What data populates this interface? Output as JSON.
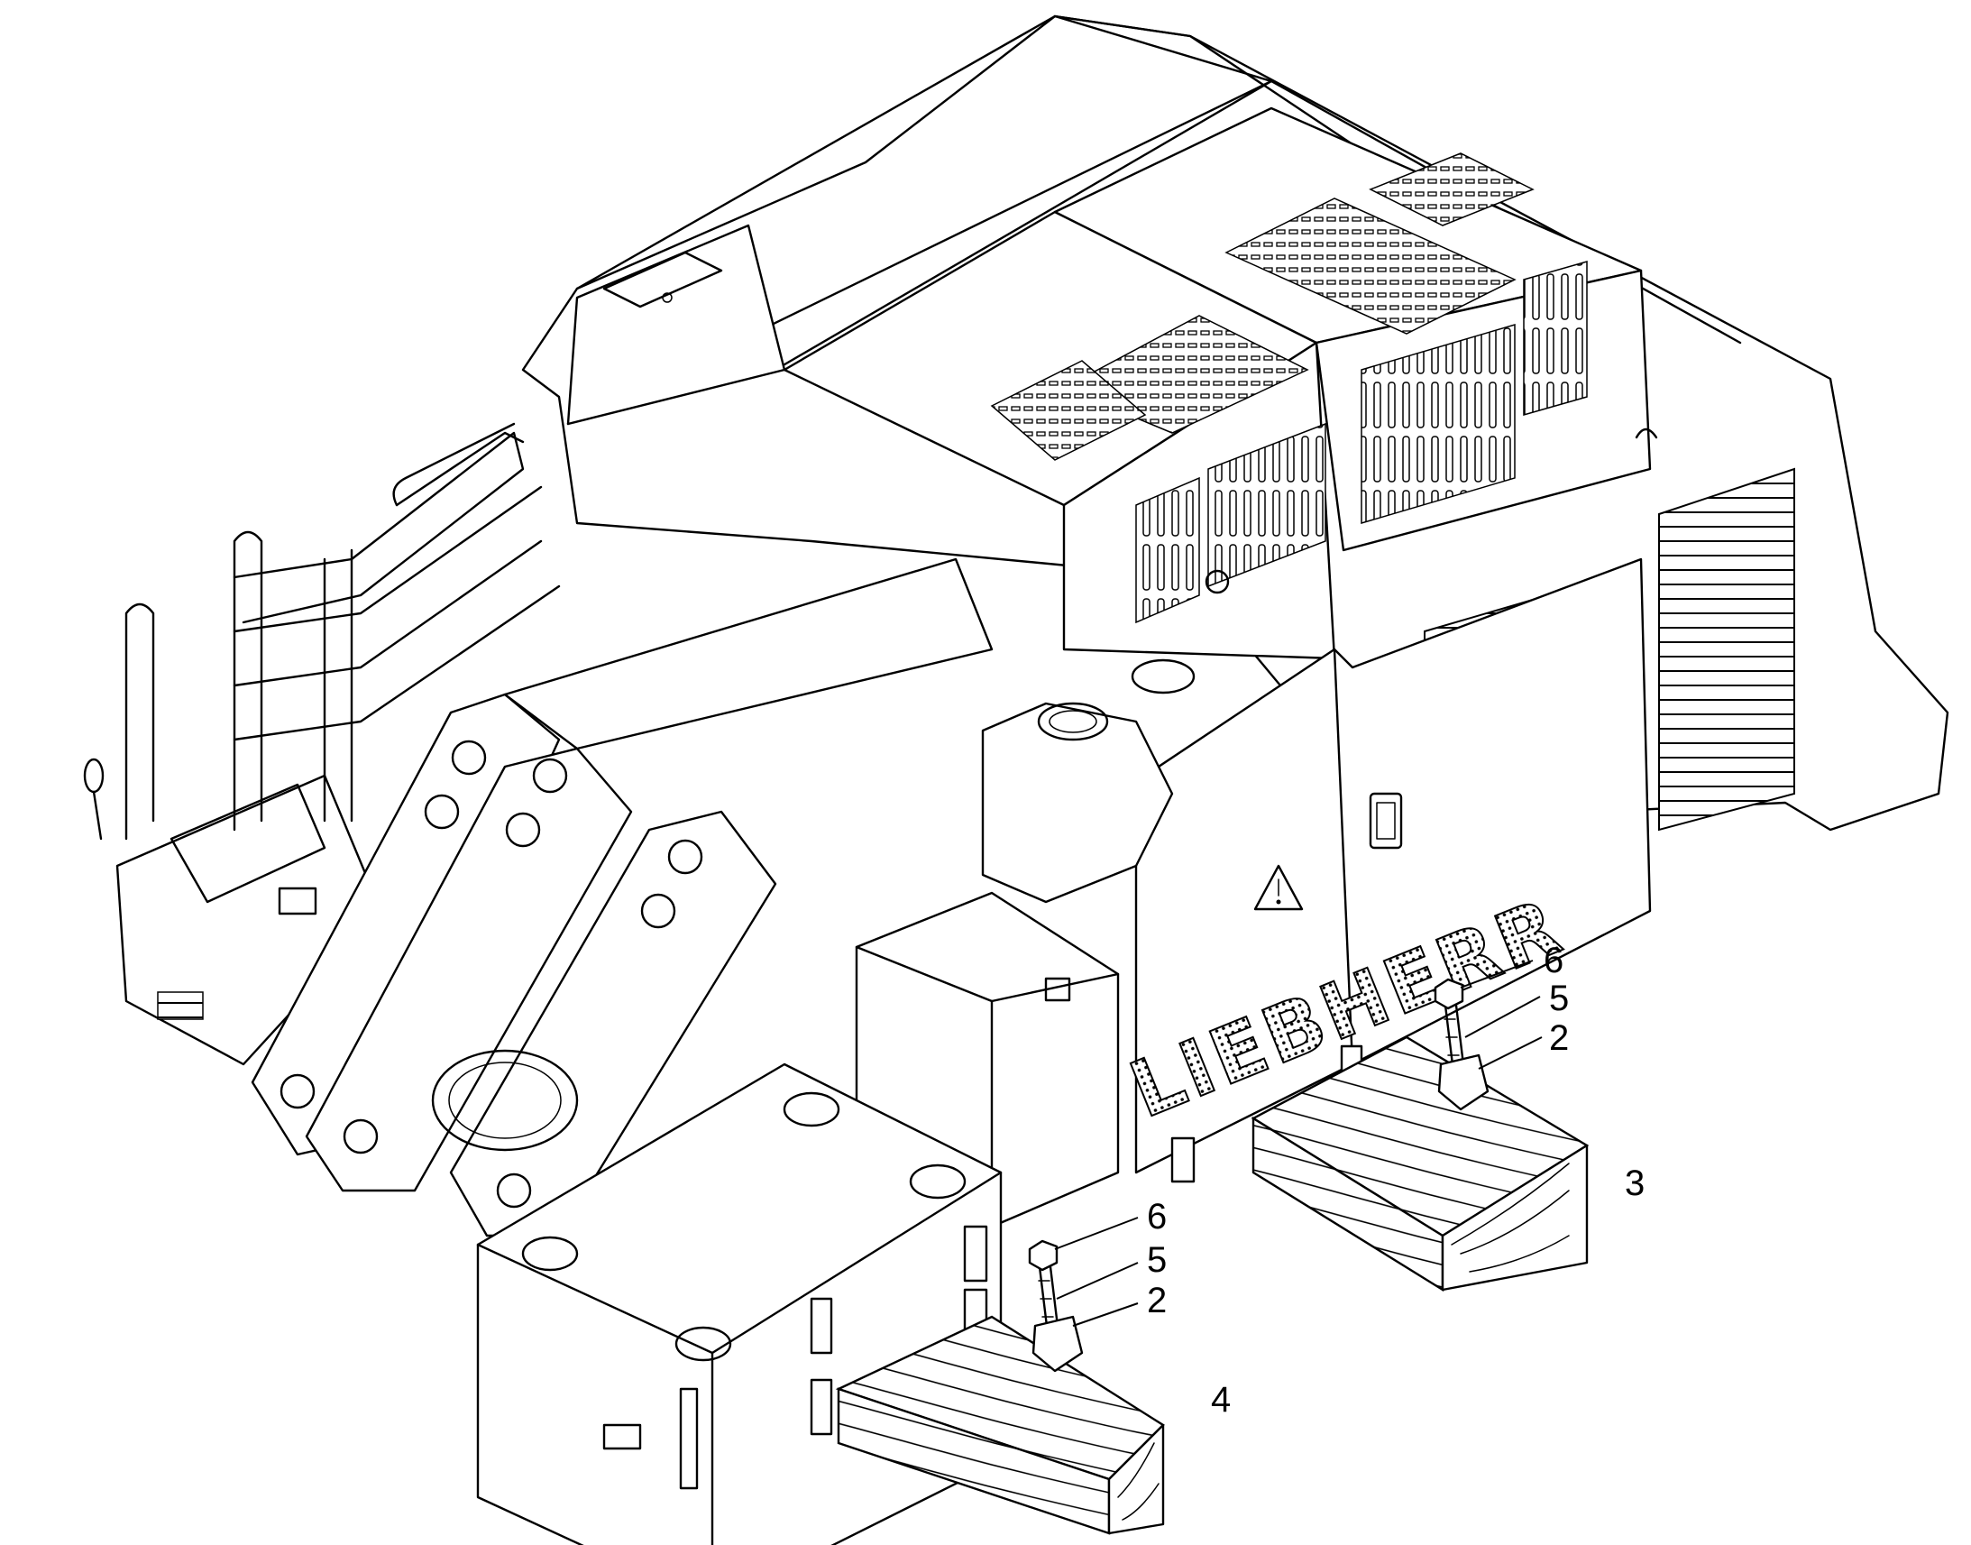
{
  "brand": "LIEBHERR",
  "callouts": [
    {
      "label": "6"
    },
    {
      "label": "5"
    },
    {
      "label": "2"
    },
    {
      "label": "3"
    },
    {
      "label": "6"
    },
    {
      "label": "5"
    },
    {
      "label": "2"
    },
    {
      "label": "4"
    }
  ],
  "icons": {
    "warning": "warning-triangle-icon"
  }
}
